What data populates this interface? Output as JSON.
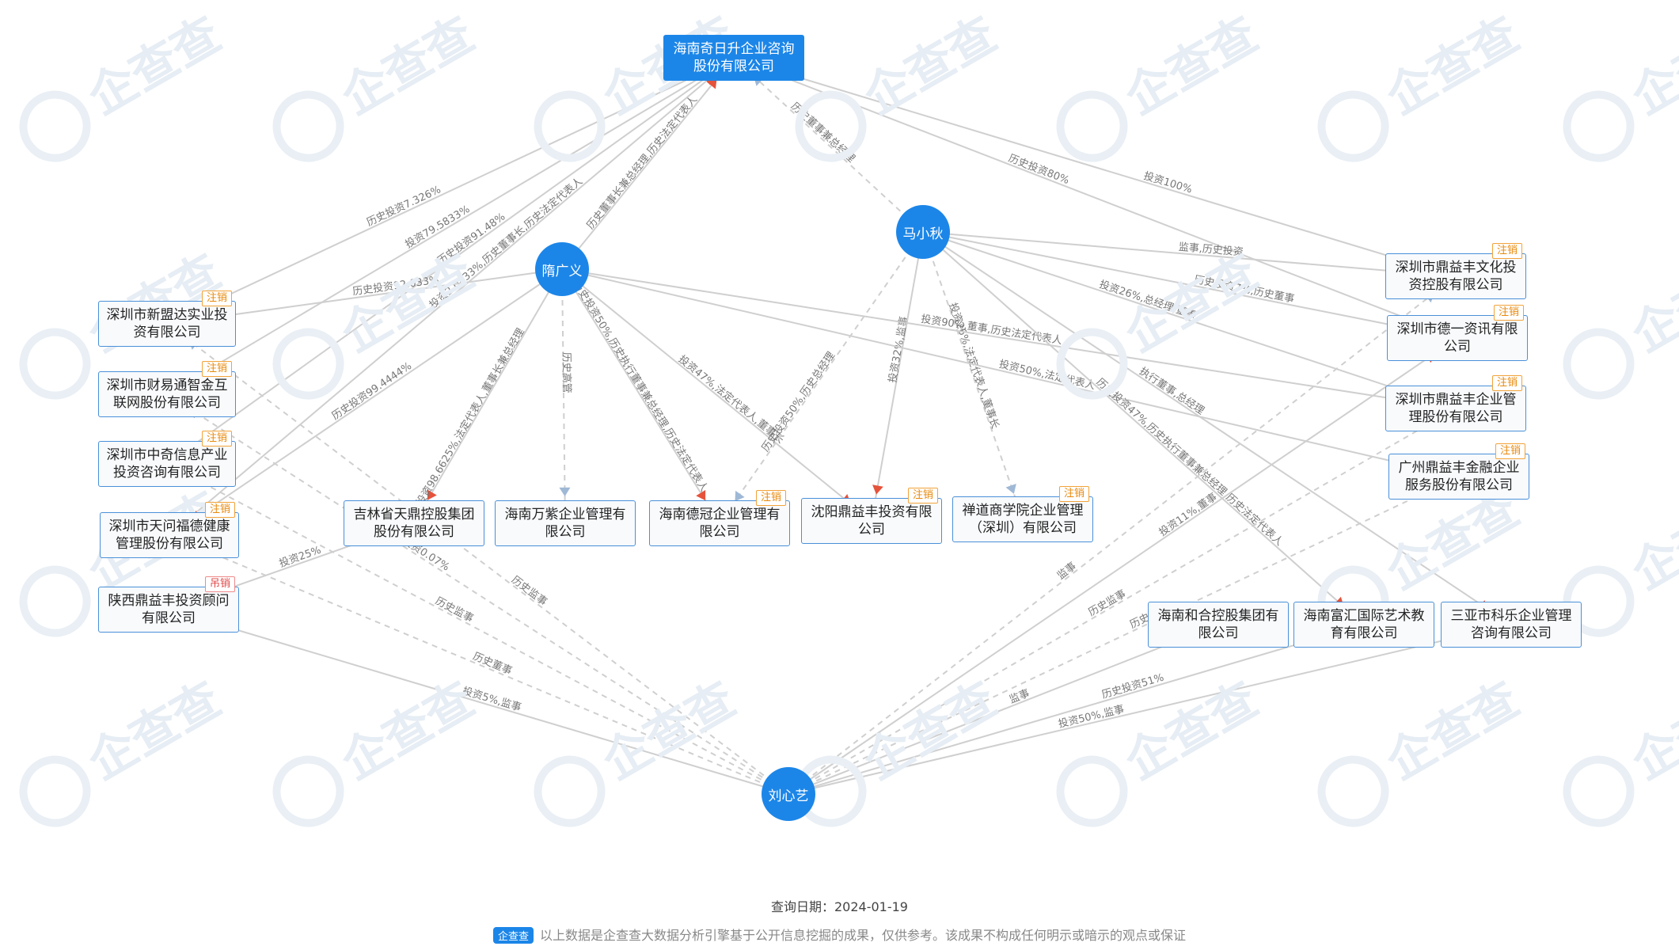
{
  "company": {
    "name": "海南奇日升企业咨询股份有限公司"
  },
  "people": [
    {
      "id": "p1",
      "name": "隋广义"
    },
    {
      "id": "p2",
      "name": "马小秋"
    },
    {
      "id": "p3",
      "name": "刘心艺"
    }
  ],
  "entities": [
    {
      "id": "e1",
      "name": "深圳市新盟达实业投资有限公司",
      "status": "注销"
    },
    {
      "id": "e2",
      "name": "深圳市财易通智金互联网股份有限公司",
      "status": "注销"
    },
    {
      "id": "e3",
      "name": "深圳市中奇信息产业投资咨询有限公司",
      "status": "注销"
    },
    {
      "id": "e4",
      "name": "深圳市天问福德健康管理股份有限公司",
      "status": "注销"
    },
    {
      "id": "e5",
      "name": "陕西鼎益丰投资顾问有限公司",
      "status": "吊销"
    },
    {
      "id": "e6",
      "name": "吉林省天鼎控股集团股份有限公司",
      "status": ""
    },
    {
      "id": "e7",
      "name": "海南万紫企业管理有限公司",
      "status": ""
    },
    {
      "id": "e8",
      "name": "海南德冠企业管理有限公司",
      "status": "注销"
    },
    {
      "id": "e9",
      "name": "沈阳鼎益丰投资有限公司",
      "status": "注销"
    },
    {
      "id": "e10",
      "name": "禅道商学院企业管理（深圳）有限公司",
      "status": "注销"
    },
    {
      "id": "e11",
      "name": "深圳市鼎益丰文化投资控股有限公司",
      "status": "注销"
    },
    {
      "id": "e12",
      "name": "深圳市德一资讯有限公司",
      "status": "注销"
    },
    {
      "id": "e13",
      "name": "深圳市鼎益丰企业管理股份有限公司",
      "status": "注销"
    },
    {
      "id": "e14",
      "name": "广州鼎益丰金融企业服务股份有限公司",
      "status": "注销"
    },
    {
      "id": "e15",
      "name": "海南和合控股集团有限公司",
      "status": ""
    },
    {
      "id": "e16",
      "name": "海南富汇国际艺术教育有限公司",
      "status": ""
    },
    {
      "id": "e17",
      "name": "三亚市科乐企业管理咨询有限公司",
      "status": ""
    }
  ],
  "edges": [
    {
      "from": "e1",
      "to": "company",
      "label": "历史投资7.326%",
      "dashed": false
    },
    {
      "from": "e2",
      "to": "company",
      "label": "投资79.5833%",
      "dashed": false
    },
    {
      "from": "e3",
      "to": "company",
      "label": "历史投资91.48%",
      "dashed": false
    },
    {
      "from": "e4",
      "to": "company",
      "label": "投资2.0833%,历史董事长,历史法定代表人",
      "dashed": false
    },
    {
      "from": "p1",
      "to": "e1",
      "label": "历史投资92.033%",
      "dashed": false
    },
    {
      "from": "p1",
      "to": "company",
      "label": "历史董事长兼总经理,历史法定代表人",
      "dashed": false
    },
    {
      "from": "p2",
      "to": "company",
      "label": "历史董事兼总经理",
      "dashed": true
    },
    {
      "from": "company",
      "to": "e11",
      "label": "投资100%",
      "dashed": false
    },
    {
      "from": "company",
      "to": "e12",
      "label": "历史投资80%",
      "dashed": false
    },
    {
      "from": "p1",
      "to": "e4",
      "label": "历史投资99.4444%",
      "dashed": false
    },
    {
      "from": "e5",
      "to": "e6",
      "label": "投资25%",
      "dashed": false
    },
    {
      "from": "p1",
      "to": "e6",
      "label": "投资98.6625%,法定代表人,董事长兼总经理",
      "dashed": false
    },
    {
      "from": "p1",
      "to": "e7",
      "label": "历史高管",
      "dashed": true
    },
    {
      "from": "p1",
      "to": "e8",
      "label": "历史投资50%,历史执行董事兼总经理,历史法定代表人",
      "dashed": false
    },
    {
      "from": "p1",
      "to": "e9",
      "label": "投资47%,法定代表人,董事长",
      "dashed": false
    },
    {
      "from": "p2",
      "to": "e8",
      "label": "历史投资50%,历史总经理",
      "dashed": true
    },
    {
      "from": "p2",
      "to": "e9",
      "label": "投资32%,监事",
      "dashed": false
    },
    {
      "from": "p2",
      "to": "e10",
      "label": "投资26%,法定代表人,董事长",
      "dashed": true
    },
    {
      "from": "p2",
      "to": "e11",
      "label": "监事,历史投资",
      "dashed": false
    },
    {
      "from": "p2",
      "to": "e12",
      "label": "历史投资7%,历史董事",
      "dashed": false
    },
    {
      "from": "p2",
      "to": "e13",
      "label": "投资26%,总经理,董事",
      "dashed": false
    },
    {
      "from": "p1",
      "to": "e13",
      "label": "投资90%,董事,历史法定代表人",
      "dashed": false
    },
    {
      "from": "p1",
      "to": "e14",
      "label": "投资50%,法定代表人",
      "dashed": false
    },
    {
      "from": "p2",
      "to": "e16",
      "label": "历史投资47%,历史执行董事兼总经理,历史法定代表人",
      "dashed": false
    },
    {
      "from": "p2",
      "to": "e17",
      "label": "执行董事,总经理",
      "dashed": false
    },
    {
      "from": "p3",
      "to": "e4",
      "label": "历史董事",
      "dashed": true
    },
    {
      "from": "p3",
      "to": "e3",
      "label": "历史监事",
      "dashed": true
    },
    {
      "from": "p3",
      "to": "e2",
      "label": "历史投资0.07%",
      "dashed": true
    },
    {
      "from": "p3",
      "to": "e1",
      "label": "历史监事",
      "dashed": true
    },
    {
      "from": "p3",
      "to": "e5",
      "label": "投资5%,监事",
      "dashed": false
    },
    {
      "from": "p3",
      "to": "e15",
      "label": "监事",
      "dashed": false
    },
    {
      "from": "p3",
      "to": "e16",
      "label": "历史投资51%",
      "dashed": false
    },
    {
      "from": "p3",
      "to": "e17",
      "label": "投资50%,监事",
      "dashed": false
    },
    {
      "from": "p3",
      "to": "e13",
      "label": "历史监事",
      "dashed": true
    },
    {
      "from": "p3",
      "to": "e14",
      "label": "历史监事",
      "dashed": true
    },
    {
      "from": "p3",
      "to": "e12",
      "label": "投资11%,董事",
      "dashed": false
    },
    {
      "from": "p3",
      "to": "e11",
      "label": "监事",
      "dashed": true
    }
  ],
  "footer": {
    "date_label": "查询日期：2024-01-19",
    "logo": "企查查",
    "disclaimer": "以上数据是企查查大数据分析引擎基于公开信息挖掘的成果，仅供参考。该成果不构成任何明示或暗示的观点或保证"
  },
  "watermark": "企查查"
}
